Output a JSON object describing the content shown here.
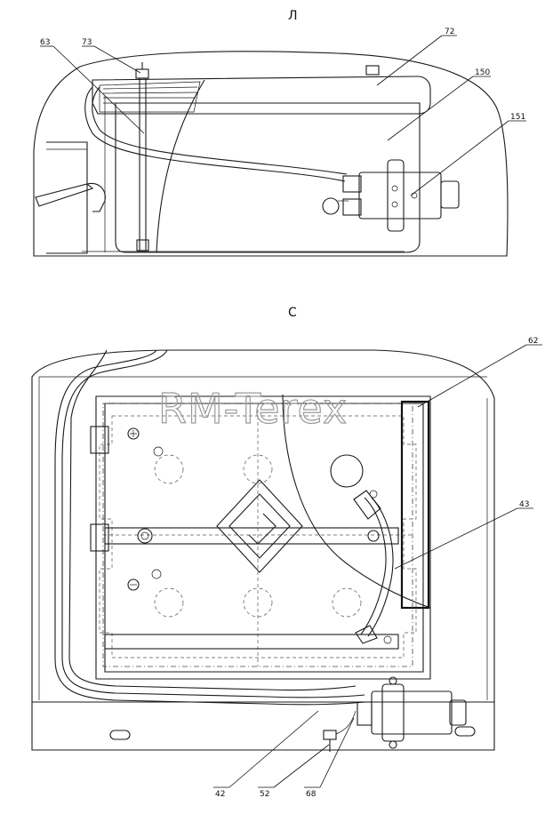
{
  "views": {
    "top": "Л",
    "bottom": "С"
  },
  "watermark": "RM-Terex",
  "callouts": {
    "c63": "63",
    "c73": "73",
    "c72": "72",
    "c150": "150",
    "c151": "151",
    "c62": "62",
    "c43": "43",
    "c42": "42",
    "c52": "52",
    "c68": "68"
  }
}
